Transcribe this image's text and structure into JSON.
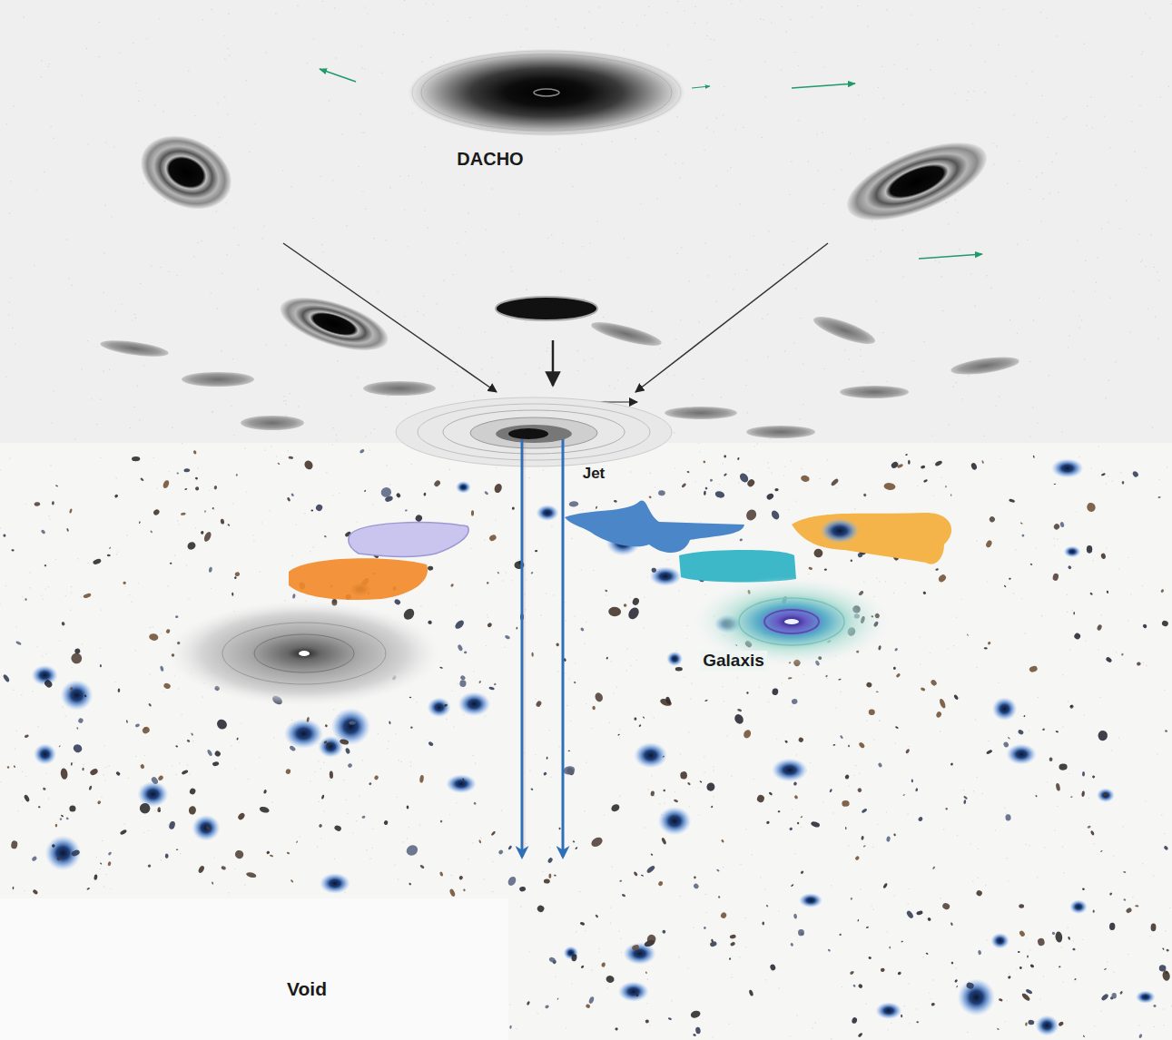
{
  "diagram": {
    "labels": [
      "DACHO",
      "Jet",
      "Galaxis",
      "Void"
    ]
  }
}
